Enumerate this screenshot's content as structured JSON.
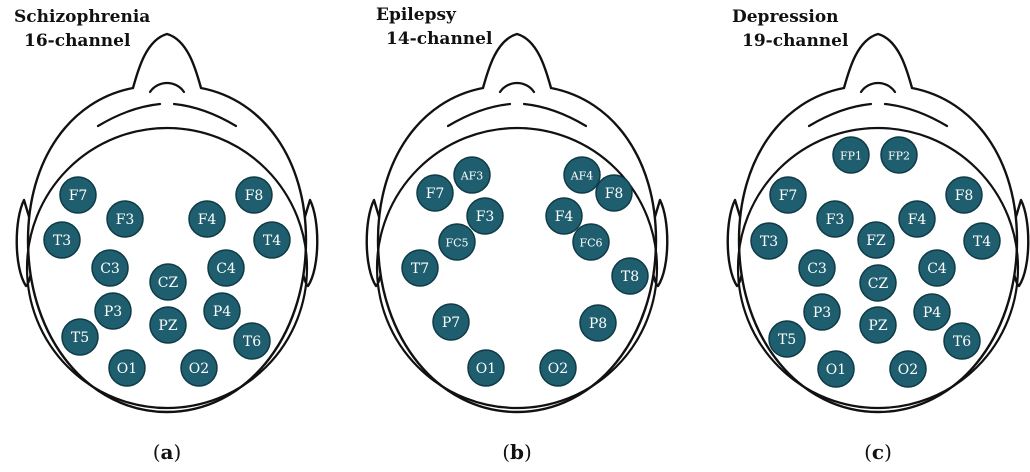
{
  "panels": [
    {
      "title1": "Schizophrenia",
      "title2": "16-channel",
      "caption_prefix": "(",
      "caption_letter": "a",
      "caption_suffix": ")",
      "electrodes": [
        "F7",
        "F8",
        "F3",
        "F4",
        "T3",
        "T4",
        "C3",
        "C4",
        "CZ",
        "P3",
        "P4",
        "PZ",
        "T5",
        "T6",
        "O1",
        "O2"
      ]
    },
    {
      "title1": "Epilepsy",
      "title2": "14-channel",
      "caption_prefix": "(",
      "caption_letter": "b",
      "caption_suffix": ")",
      "electrodes": [
        "AF3",
        "AF4",
        "F7",
        "F8",
        "F3",
        "F4",
        "FC5",
        "FC6",
        "T7",
        "T8",
        "P7",
        "P8",
        "O1",
        "O2"
      ]
    },
    {
      "title1": "Depression",
      "title2": "19-channel",
      "caption_prefix": "(",
      "caption_letter": "c",
      "caption_suffix": ")",
      "electrodes": [
        "FP1",
        "FP2",
        "F7",
        "F8",
        "F3",
        "FZ",
        "F4",
        "T3",
        "T4",
        "C3",
        "CZ",
        "C4",
        "P3",
        "PZ",
        "P4",
        "T5",
        "T6",
        "O1",
        "O2"
      ]
    }
  ],
  "colors": {
    "electrode_fill": "#1e5e6e",
    "electrode_text": "#ffffff",
    "outline": "#111111"
  }
}
